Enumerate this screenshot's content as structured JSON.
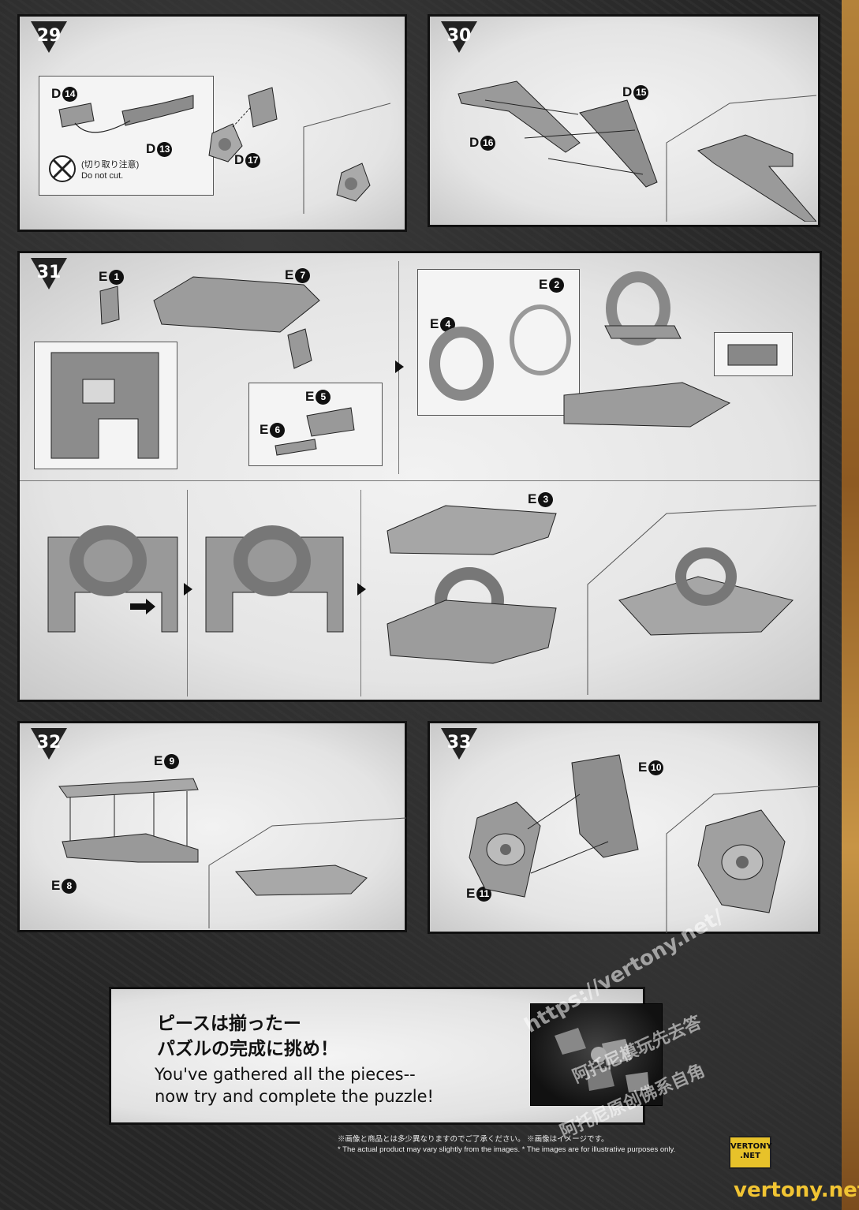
{
  "steps": [
    {
      "number": "29",
      "parts": [
        {
          "letter": "D",
          "num": "14"
        },
        {
          "letter": "D",
          "num": "13"
        },
        {
          "letter": "D",
          "num": "17"
        }
      ],
      "note_jp": "(切り取り注意)",
      "note_en": "Do not cut."
    },
    {
      "number": "30",
      "parts": [
        {
          "letter": "D",
          "num": "15"
        },
        {
          "letter": "D",
          "num": "16"
        }
      ]
    },
    {
      "number": "31",
      "parts": [
        {
          "letter": "E",
          "num": "1"
        },
        {
          "letter": "E",
          "num": "7"
        },
        {
          "letter": "E",
          "num": "5"
        },
        {
          "letter": "E",
          "num": "6"
        },
        {
          "letter": "E",
          "num": "2"
        },
        {
          "letter": "E",
          "num": "4"
        },
        {
          "letter": "E",
          "num": "3"
        }
      ]
    },
    {
      "number": "32",
      "parts": [
        {
          "letter": "E",
          "num": "9"
        },
        {
          "letter": "E",
          "num": "8"
        }
      ]
    },
    {
      "number": "33",
      "parts": [
        {
          "letter": "E",
          "num": "10"
        },
        {
          "letter": "E",
          "num": "11"
        }
      ]
    }
  ],
  "message": {
    "jp_line1": "ピースは揃ったー",
    "jp_line2": "パズルの完成に挑め！",
    "en_line1": "You've gathered all the pieces--",
    "en_line2": "now try and complete the puzzle!"
  },
  "disclaimer": {
    "jp": "※画像と商品とは多少異なりますのでご了承ください。 ※画像はイメージです。",
    "en": "* The actual product may vary slightly from the images. * The images are for illustrative purposes only."
  },
  "watermark": {
    "url": "https://vertony.net/",
    "cn1": "阿托尼模玩先去答",
    "cn2": "阿托尼原创佛系自角"
  },
  "logo": {
    "line1": "VERTONY",
    "line2": ".NET"
  },
  "site": "vertony.net",
  "colors": {
    "panel": "#e6e6e6",
    "border": "#111111",
    "accent_gold": "#e7c22a"
  }
}
